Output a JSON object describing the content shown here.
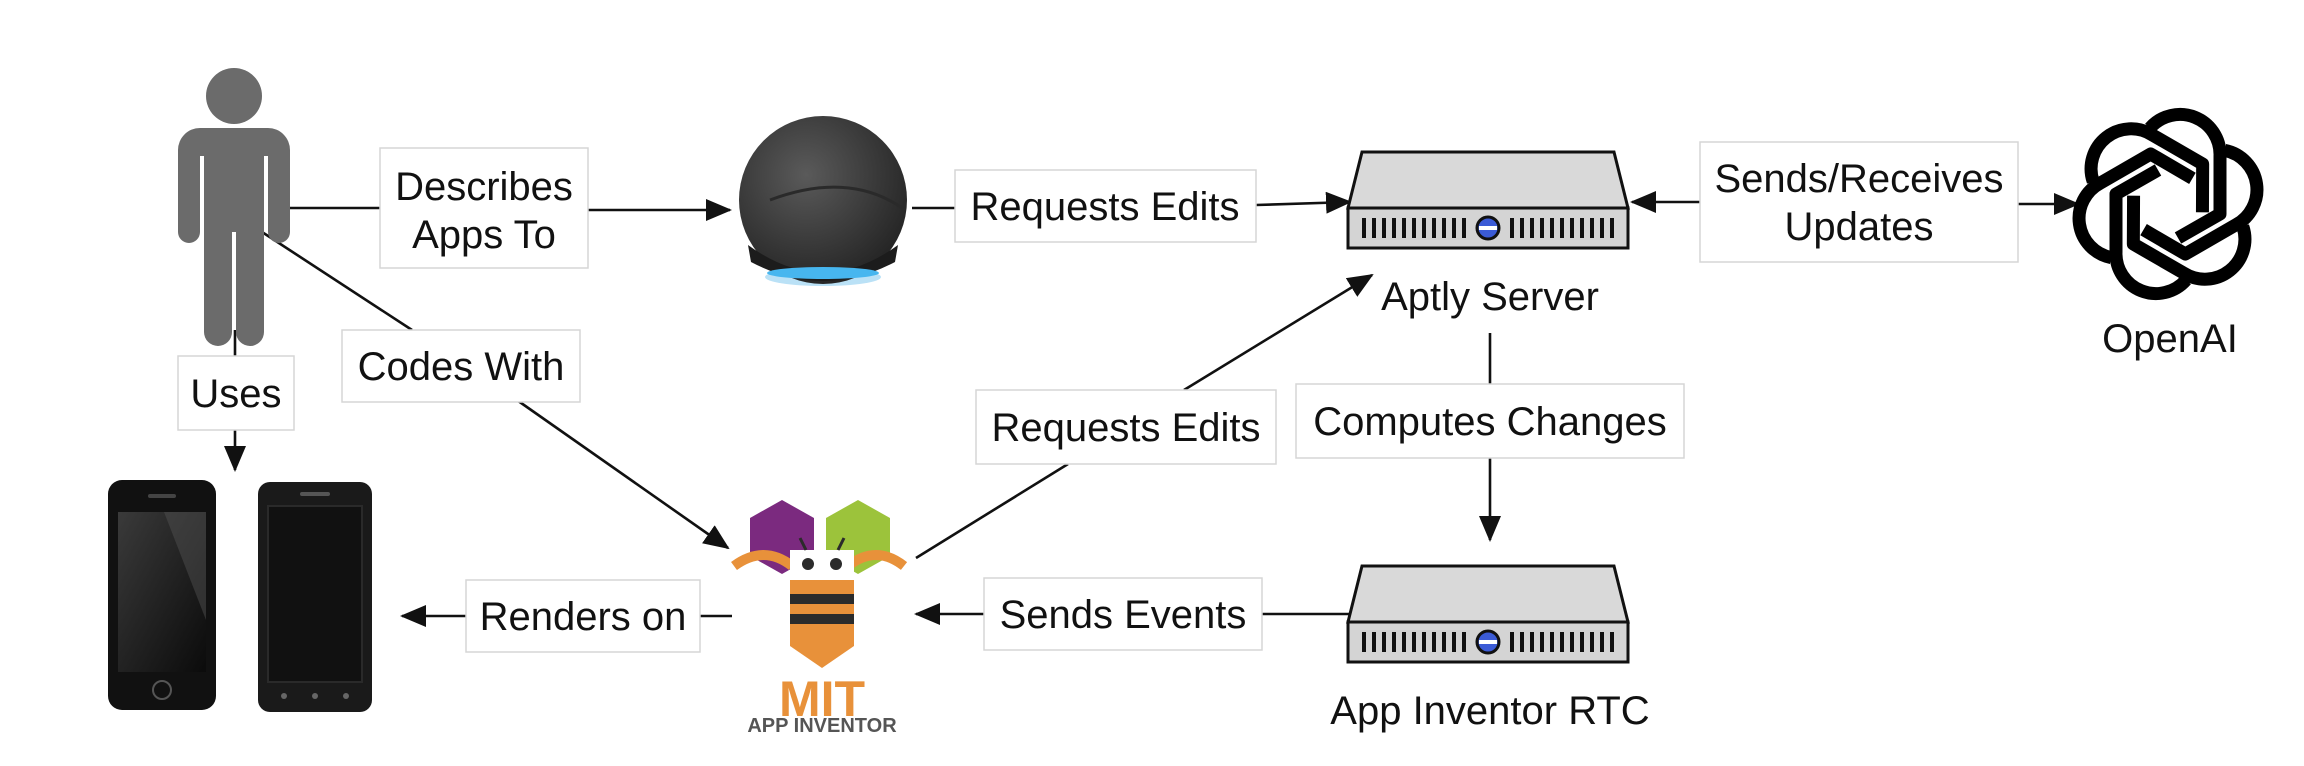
{
  "nodes": {
    "user": {
      "label": ""
    },
    "smart_speaker": {
      "label": ""
    },
    "aptly_server": {
      "label": "Aptly Server"
    },
    "openai": {
      "label": "OpenAI"
    },
    "app_inventor": {
      "logo_text": "MIT",
      "logo_subtext": "APP INVENTOR"
    },
    "app_inventor_rtc": {
      "label": "App Inventor RTC"
    },
    "phones": {
      "label": ""
    }
  },
  "edges": {
    "describes": {
      "line1": "Describes",
      "line2": "Apps To"
    },
    "requests_edits_speaker": {
      "label": "Requests Edits"
    },
    "sends_receives": {
      "line1": "Sends/Receives",
      "line2": "Updates"
    },
    "codes_with": {
      "label": "Codes With"
    },
    "uses": {
      "label": "Uses"
    },
    "requests_edits_ai": {
      "label": "Requests Edits"
    },
    "computes_changes": {
      "label": "Computes Changes"
    },
    "sends_events": {
      "label": "Sends Events"
    },
    "renders_on": {
      "label": "Renders on"
    }
  },
  "colors": {
    "person": "#6b6b6b",
    "speaker_body": "#3a3a3a",
    "speaker_ring": "#3aa8e6",
    "server_body": "#d9d9d9",
    "server_button": "#3b5bd6",
    "mit_purple": "#7b2a7f",
    "mit_green": "#9cc33b",
    "mit_orange": "#e8913a",
    "mit_dark": "#2b2b2b"
  },
  "icons": [
    "person-icon",
    "smart-speaker-icon",
    "server-icon",
    "openai-logo-icon",
    "app-inventor-logo-icon",
    "smartphone-icon"
  ]
}
